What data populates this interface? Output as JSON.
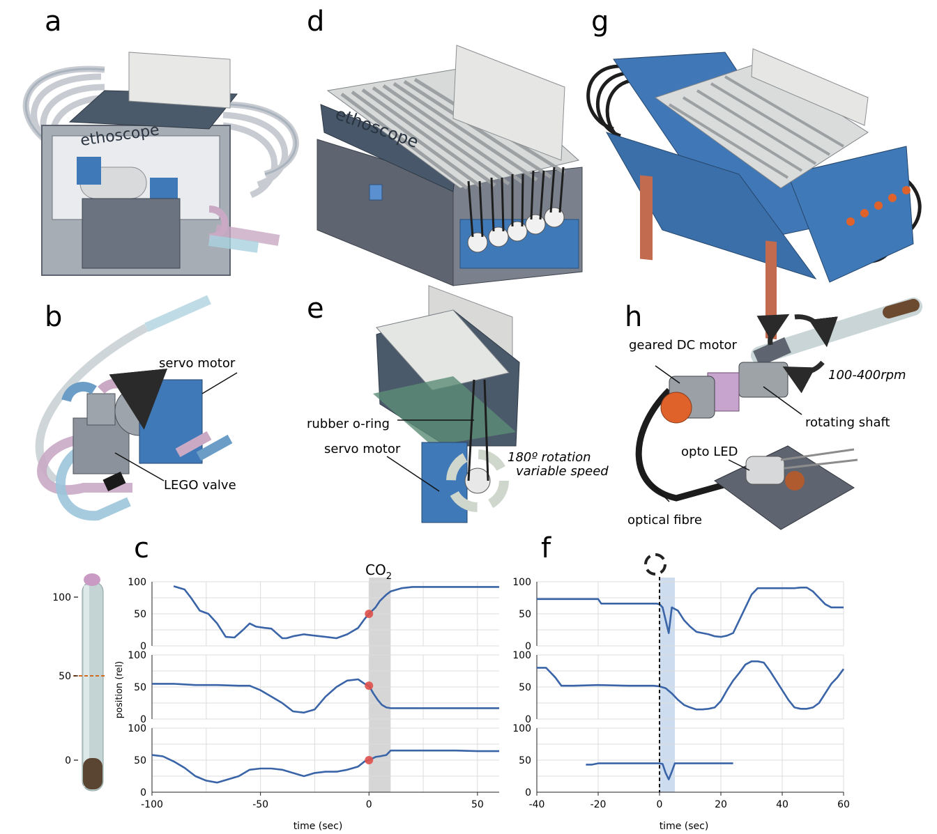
{
  "panels": {
    "a": "a",
    "b": "b",
    "c": "c",
    "d": "d",
    "e": "e",
    "f": "f",
    "g": "g",
    "h": "h"
  },
  "panel_a": {
    "device_text": "ethoscope"
  },
  "panel_d": {
    "device_text": "ethoscope"
  },
  "panel_b": {
    "servo_label": "servo motor",
    "valve_label": "LEGO valve"
  },
  "panel_e": {
    "oring_label": "rubber o-ring",
    "servo_label": "servo motor",
    "rotation_line1": "180º rotation",
    "rotation_line2": "variable speed"
  },
  "panel_h": {
    "motor_label": "geared DC motor",
    "rpm_label": "100-400rpm",
    "shaft_label": "rotating shaft",
    "led_label": "opto LED",
    "fibre_label": "optical fibre"
  },
  "tube": {
    "ticks": [
      "100",
      "50",
      "0"
    ]
  },
  "colors": {
    "trace": "#3a64a8",
    "marker": "#e0504a",
    "stim_grey": "#d6d6d6",
    "stim_blue": "#cddcef",
    "device_blue": "#3f79b8",
    "orange": "#e0622b",
    "grid": "#dcdcdc"
  },
  "chart_data": [
    {
      "type": "line",
      "panel": "c",
      "annotation": "CO",
      "annotation_sub": "2",
      "xlabel": "time (sec)",
      "ylabel": "position (rel)",
      "xlim": [
        -100,
        60
      ],
      "ylim": [
        0,
        100
      ],
      "xticks": [
        "-100",
        "-50",
        "0",
        "50"
      ],
      "yticks": [
        "0",
        "50",
        "100"
      ],
      "stimulus": [
        0,
        10
      ],
      "series": [
        {
          "x": [
            -90,
            -85,
            -82,
            -78,
            -74,
            -70,
            -66,
            -62,
            -58,
            -55,
            -52,
            -48,
            -45,
            -40,
            -38,
            -35,
            -30,
            -25,
            -20,
            -15,
            -10,
            -5,
            -2,
            0,
            3,
            5,
            8,
            10,
            15,
            20,
            30,
            40,
            50,
            60
          ],
          "values": [
            93,
            88,
            75,
            55,
            50,
            35,
            14,
            13,
            25,
            35,
            30,
            28,
            27,
            12,
            12,
            15,
            18,
            16,
            14,
            12,
            18,
            28,
            42,
            50,
            60,
            70,
            80,
            85,
            90,
            92,
            92,
            92,
            92,
            92
          ]
        },
        {
          "x": [
            -100,
            -90,
            -80,
            -70,
            -60,
            -55,
            -50,
            -45,
            -40,
            -35,
            -30,
            -25,
            -20,
            -15,
            -10,
            -5,
            -2,
            0,
            2,
            4,
            6,
            8,
            10,
            15,
            20,
            30,
            40,
            50,
            60
          ],
          "values": [
            55,
            55,
            53,
            53,
            52,
            52,
            45,
            35,
            25,
            12,
            10,
            15,
            35,
            50,
            60,
            62,
            55,
            52,
            40,
            30,
            22,
            18,
            17,
            17,
            17,
            17,
            17,
            17,
            17
          ]
        },
        {
          "x": [
            -100,
            -95,
            -90,
            -85,
            -80,
            -75,
            -70,
            -65,
            -60,
            -55,
            -50,
            -45,
            -40,
            -35,
            -30,
            -25,
            -20,
            -15,
            -10,
            -5,
            -2,
            0,
            3,
            5,
            8,
            10,
            15,
            20,
            30,
            40,
            50,
            60
          ],
          "values": [
            58,
            56,
            48,
            38,
            25,
            18,
            15,
            20,
            25,
            35,
            37,
            37,
            35,
            30,
            25,
            30,
            32,
            32,
            35,
            40,
            48,
            50,
            55,
            56,
            58,
            65,
            65,
            65,
            65,
            65,
            64,
            64
          ]
        }
      ]
    },
    {
      "type": "line",
      "panel": "f",
      "xlabel": "time (sec)",
      "xlim": [
        -40,
        60
      ],
      "ylim": [
        0,
        100
      ],
      "xticks": [
        "-40",
        "-20",
        "0",
        "20",
        "40",
        "60"
      ],
      "yticks": [
        "0",
        "50",
        "100"
      ],
      "stimulus": [
        0,
        5
      ],
      "stimulus_line": 0,
      "series": [
        {
          "x": [
            -40,
            -20,
            -19,
            -10,
            -1,
            0,
            1,
            2,
            3,
            4,
            6,
            8,
            10,
            12,
            14,
            16,
            18,
            20,
            22,
            24,
            28,
            30,
            32,
            36,
            40,
            44,
            46,
            48,
            50,
            52,
            54,
            56,
            58,
            60
          ],
          "values": [
            73,
            73,
            66,
            66,
            66,
            65,
            60,
            40,
            20,
            60,
            55,
            40,
            30,
            22,
            20,
            18,
            15,
            14,
            16,
            20,
            60,
            80,
            90,
            90,
            90,
            90,
            91,
            91,
            85,
            75,
            65,
            60,
            60,
            60
          ]
        },
        {
          "x": [
            -40,
            -37,
            -34,
            -32,
            -28,
            -20,
            -10,
            -2,
            0,
            2,
            4,
            6,
            8,
            10,
            12,
            14,
            16,
            18,
            20,
            22,
            24,
            26,
            28,
            30,
            32,
            34,
            36,
            38,
            40,
            42,
            44,
            46,
            48,
            50,
            52,
            54,
            56,
            58,
            60
          ],
          "values": [
            80,
            80,
            65,
            52,
            52,
            53,
            52,
            52,
            51,
            48,
            40,
            30,
            22,
            18,
            15,
            15,
            16,
            18,
            28,
            45,
            60,
            72,
            85,
            90,
            90,
            88,
            75,
            60,
            45,
            30,
            18,
            16,
            16,
            18,
            25,
            40,
            55,
            65,
            78
          ]
        },
        {
          "x": [
            -24,
            -22,
            -20,
            -10,
            0,
            1,
            2,
            3,
            4,
            5,
            6,
            10,
            20,
            24
          ],
          "values": [
            43,
            43,
            45,
            45,
            45,
            44,
            30,
            20,
            32,
            45,
            45,
            45,
            45,
            45
          ]
        }
      ]
    }
  ]
}
